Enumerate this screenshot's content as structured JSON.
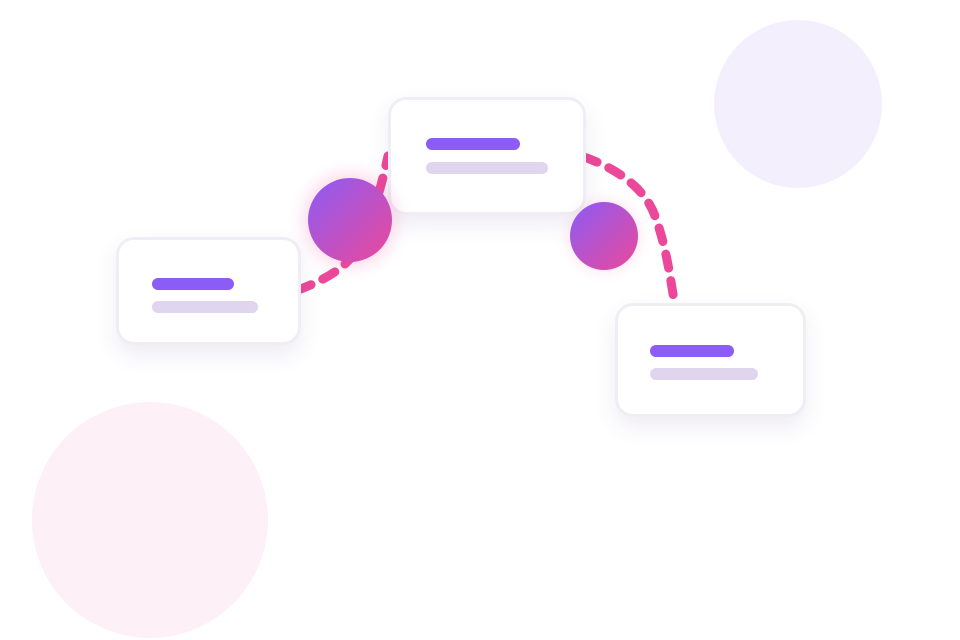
{
  "colors": {
    "background": "#ffffff",
    "blob_purple": "#f3effd",
    "blob_pink": "#fdf0f6",
    "card_border": "#efeef5",
    "bar_primary": "#8b5cf6",
    "bar_secondary": "#e0d5ef",
    "connector": "#ec4899",
    "node_gradient_start": "#8b5cf6",
    "node_gradient_end": "#ec4899"
  },
  "cards": [
    {
      "id": "card-1",
      "primary_bar": 0.58,
      "secondary_bar": 0.74
    },
    {
      "id": "card-2",
      "primary_bar": 0.48,
      "secondary_bar": 0.62
    },
    {
      "id": "card-3",
      "primary_bar": 0.55,
      "secondary_bar": 0.71
    }
  ],
  "connectors": [
    {
      "id": "connector-1",
      "from": "card-1",
      "to": "card-2",
      "style": "dashed"
    },
    {
      "id": "connector-2",
      "from": "card-2",
      "to": "card-3",
      "style": "dashed"
    }
  ],
  "nodes": [
    {
      "id": "node-1",
      "on": "connector-1",
      "size": "large"
    },
    {
      "id": "node-2",
      "on": "connector-2",
      "size": "small"
    }
  ],
  "icons": {
    "node": "gradient-circle-icon",
    "blob": "decorative-circle-icon"
  }
}
